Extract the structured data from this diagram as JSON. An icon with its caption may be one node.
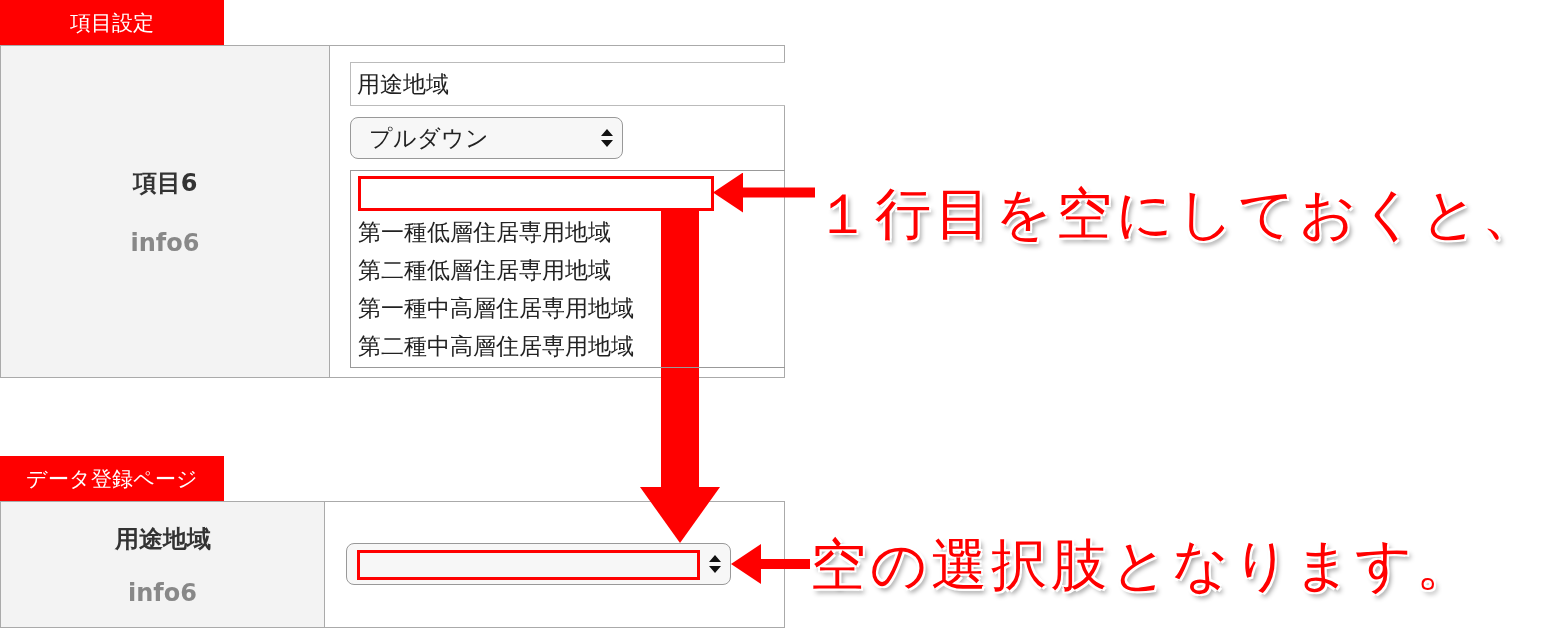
{
  "diagram": {
    "nodes": [
      {
        "text": [
          "項目設定"
        ]
      },
      {
        "text": [
          "項目6",
          "info6"
        ]
      },
      {
        "text": [
          "用途地域"
        ]
      },
      {
        "text": [
          "プルダウン"
        ]
      },
      {
        "text": [
          "第一種低層住居専用地域",
          "第二種低層住居専用地域",
          "第一種中高層住居専用地域",
          "第二種中高層住居専用地域"
        ]
      },
      {
        "text": [],
        "shape": "box",
        "in": 4
      },
      {
        "text": [
          "１行目を空にしておくと、"
        ]
      },
      {
        "text": [
          "データ登録ページ"
        ]
      },
      {
        "text": [
          "用途地域",
          "info6"
        ]
      },
      {
        "text": [],
        "shape": "box"
      },
      {
        "text": [],
        "shape": "box",
        "in": 9
      },
      {
        "text": [
          "空の選択肢となります。"
        ]
      }
    ],
    "edges": [
      {
        "from": 6,
        "to": 5,
        "arrow": "to"
      },
      {
        "from": 5,
        "to": 9,
        "arrow": "to",
        "style": "thick"
      },
      {
        "from": 11,
        "to": 9,
        "arrow": "to"
      }
    ]
  }
}
